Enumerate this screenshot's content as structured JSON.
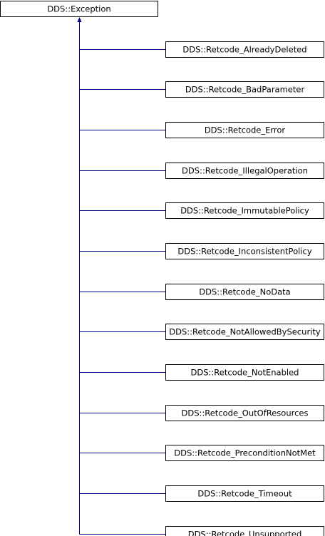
{
  "diagram": {
    "base_class": "DDS::Exception",
    "derived_classes": [
      "DDS::Retcode_AlreadyDeleted",
      "DDS::Retcode_BadParameter",
      "DDS::Retcode_Error",
      "DDS::Retcode_IllegalOperation",
      "DDS::Retcode_ImmutablePolicy",
      "DDS::Retcode_InconsistentPolicy",
      "DDS::Retcode_NoData",
      "DDS::Retcode_NotAllowedBySecurity",
      "DDS::Retcode_NotEnabled",
      "DDS::Retcode_OutOfResources",
      "DDS::Retcode_PreconditionNotMet",
      "DDS::Retcode_Timeout",
      "DDS::Retcode_Unsupported"
    ]
  },
  "colors": {
    "edge": "#000080",
    "box_border": "#000000",
    "box_fill": "#ffffff"
  },
  "icons": {
    "inheritance_arrow": "arrow-up-icon"
  }
}
